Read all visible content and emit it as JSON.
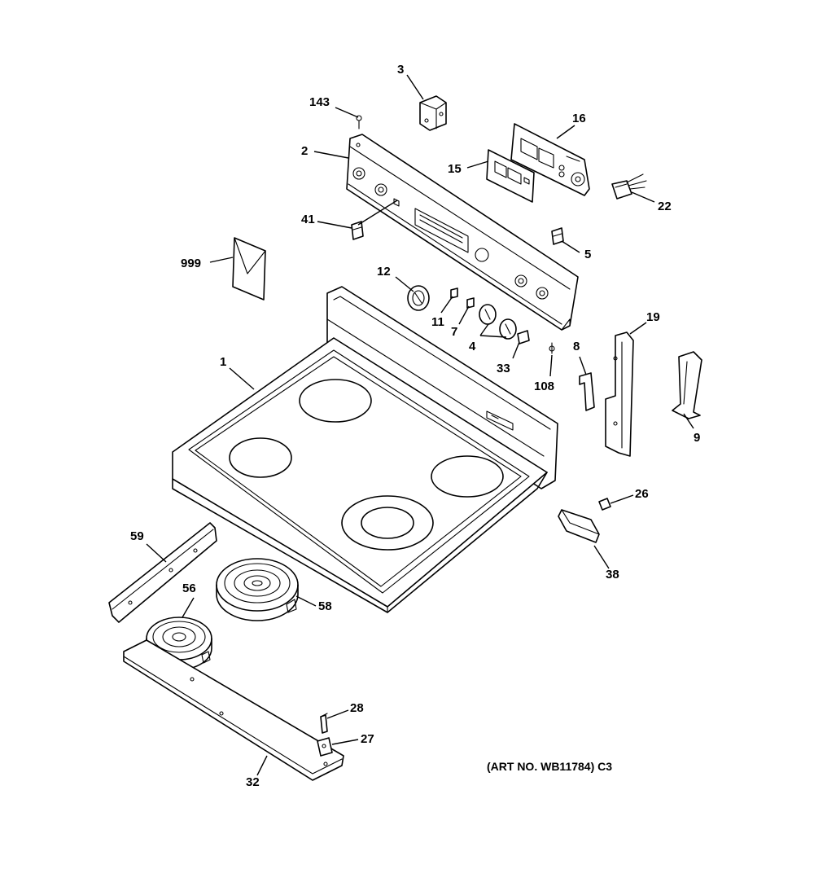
{
  "art_number": "(ART NO. WB11784) C3",
  "callouts": {
    "p1": "1",
    "p2": "2",
    "p3": "3",
    "p4": "4",
    "p5": "5",
    "p7": "7",
    "p8": "8",
    "p9": "9",
    "p11": "11",
    "p12": "12",
    "p15": "15",
    "p16": "16",
    "p19": "19",
    "p22": "22",
    "p26": "26",
    "p27": "27",
    "p28": "28",
    "p32": "32",
    "p33": "33",
    "p38": "38",
    "p41": "41",
    "p56": "56",
    "p58": "58",
    "p59": "59",
    "p108": "108",
    "p143": "143",
    "p999": "999"
  }
}
